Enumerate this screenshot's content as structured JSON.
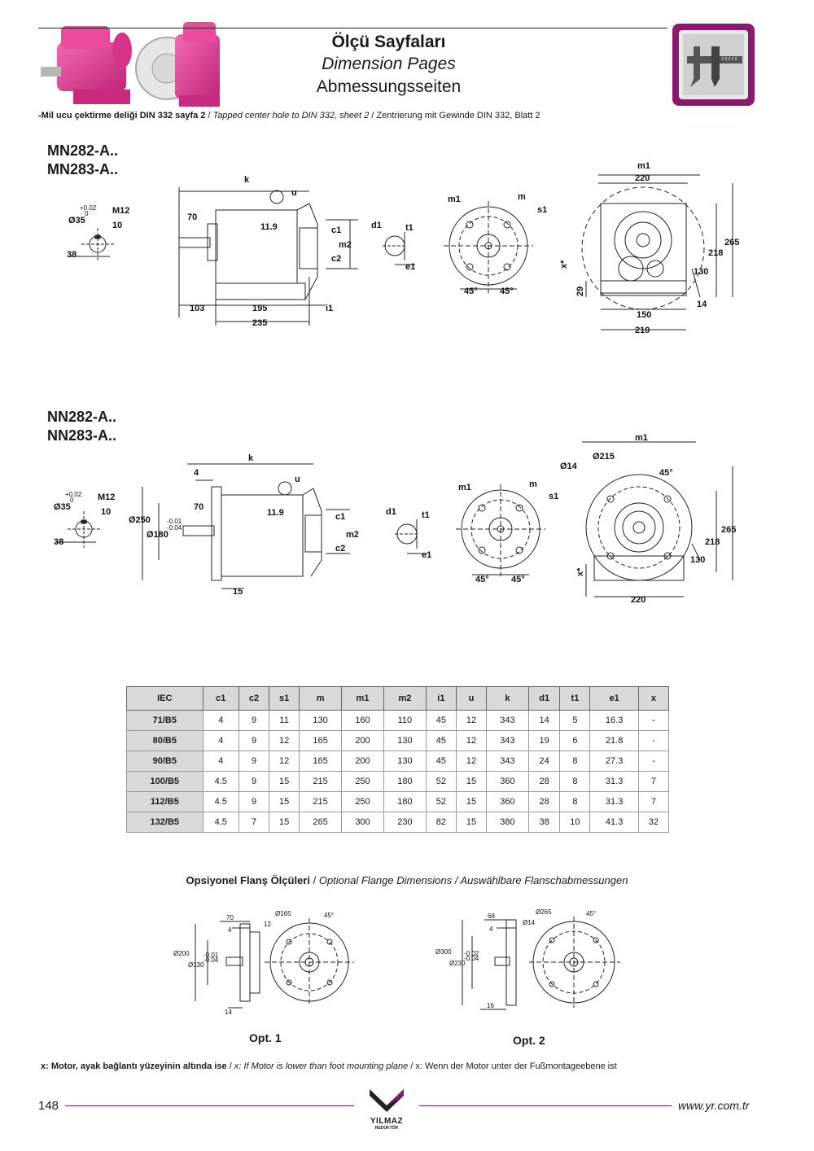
{
  "header": {
    "title_tr": "Ölçü Sayfaları",
    "title_en": "Dimension Pages",
    "title_de": "Abmessungsseiten"
  },
  "note_top": {
    "tr": "-Mil ucu çektirme deliği DIN 332 sayfa 2",
    "sep1": " / ",
    "en": "Tapped center hole to DIN 332, sheet 2",
    "sep2": " / ",
    "de": "Zentrierung mit Gewinde DIN 332, Blatt 2"
  },
  "section1": {
    "model1": "MN282-A..",
    "model2": "MN283-A..",
    "labels": {
      "k": "k",
      "u": "u",
      "d70": "70",
      "d11_9": "11.9",
      "c1": "c1",
      "m2": "m2",
      "c2": "c2",
      "d103": "103",
      "d195": "195",
      "d235": "235",
      "i1": "i1",
      "tol_up": "+0.02",
      "tol_lo": "0",
      "dia35": "Ø35",
      "m12": "M12",
      "d10": "10",
      "d38": "38",
      "d1": "d1",
      "t1": "t1",
      "e1": "e1",
      "m1": "m1",
      "m": "m",
      "s1": "s1",
      "a45a": "45°",
      "a45b": "45°",
      "top_m1": "m1",
      "d220": "220",
      "d265": "265",
      "d218": "218",
      "d130": "130",
      "d29": "29",
      "x": "x*",
      "d14": "14",
      "d150": "150",
      "d210": "210"
    }
  },
  "section2": {
    "model1": "NN282-A..",
    "model2": "NN283-A..",
    "labels": {
      "k": "k",
      "d4": "4",
      "u": "u",
      "d70": "70",
      "d11_9": "11.9",
      "c1": "c1",
      "m2": "m2",
      "c2": "c2",
      "dia250": "Ø250",
      "dia180": "Ø180",
      "tol1": "-0.01",
      "tol2": "-0.04",
      "d15": "15",
      "tol_up": "+0.02",
      "tol_lo": "0",
      "dia35": "Ø35",
      "m12": "M12",
      "d10": "10",
      "d38": "38",
      "d1": "d1",
      "t1": "t1",
      "e1": "e1",
      "m1": "m1",
      "m": "m",
      "s1": "s1",
      "a45a": "45°",
      "a45b": "45°",
      "top_m1": "m1",
      "dia215": "Ø215",
      "dia14": "Ø14",
      "a45c": "45°",
      "d265": "265",
      "d218": "218",
      "d130": "130",
      "x": "x*",
      "d220": "220"
    }
  },
  "table": {
    "headers": [
      "IEC",
      "c1",
      "c2",
      "s1",
      "m",
      "m1",
      "m2",
      "i1",
      "u",
      "k",
      "d1",
      "t1",
      "e1",
      "x"
    ],
    "rows": [
      [
        "71/B5",
        "4",
        "9",
        "11",
        "130",
        "160",
        "110",
        "45",
        "12",
        "343",
        "14",
        "5",
        "16.3",
        "-"
      ],
      [
        "80/B5",
        "4",
        "9",
        "12",
        "165",
        "200",
        "130",
        "45",
        "12",
        "343",
        "19",
        "6",
        "21.8",
        "-"
      ],
      [
        "90/B5",
        "4",
        "9",
        "12",
        "165",
        "200",
        "130",
        "45",
        "12",
        "343",
        "24",
        "8",
        "27.3",
        "-"
      ],
      [
        "100/B5",
        "4.5",
        "9",
        "15",
        "215",
        "250",
        "180",
        "52",
        "15",
        "360",
        "28",
        "8",
        "31.3",
        "7"
      ],
      [
        "112/B5",
        "4.5",
        "9",
        "15",
        "215",
        "250",
        "180",
        "52",
        "15",
        "360",
        "28",
        "8",
        "31.3",
        "7"
      ],
      [
        "132/B5",
        "4.5",
        "7",
        "15",
        "265",
        "300",
        "230",
        "82",
        "15",
        "380",
        "38",
        "10",
        "41.3",
        "32"
      ]
    ]
  },
  "optional": {
    "title_tr": "Opsiyonel Flanş Ölçüleri",
    "sep1": " / ",
    "title_en": "Optional Flange Dimensions / Auswählbare Flanschabmessungen",
    "opt1": {
      "label": "Opt. 1",
      "d70": "70",
      "d4": "4",
      "d12": "12",
      "dia165": "Ø165",
      "a45": "45°",
      "dia200": "Ø200",
      "tol1": "-0.01",
      "tol2": "-0.04",
      "dia130": "Ø130",
      "d14": "14"
    },
    "opt2": {
      "label": "Opt. 2",
      "d68": "68",
      "d4": "4",
      "dia14": "Ø14",
      "dia265": "Ø265",
      "a45": "45°",
      "dia300": "Ø300",
      "tol1": "-0.02",
      "tol2": "-0.04",
      "dia230": "Ø230",
      "d16": "16"
    }
  },
  "footnote": {
    "tr": "x: Motor, ayak bağlantı yüzeyinin altında ise",
    "sep1": " / ",
    "en": "x: If Motor is lower than foot mounting plane",
    "sep2": " / ",
    "de": "x: Wenn der Motor unter der Fußmontageebene ist"
  },
  "footer": {
    "page_number": "148",
    "website": "www.yr.com.tr",
    "logo_name": "YILMAZ",
    "logo_sub": "REDÜKTÖR"
  },
  "colors": {
    "accent": "#8a1a6e",
    "product_pink": "#e5398f",
    "table_header": "#d9d9d9"
  },
  "icons": {
    "header_icon": "caliper-icon"
  }
}
